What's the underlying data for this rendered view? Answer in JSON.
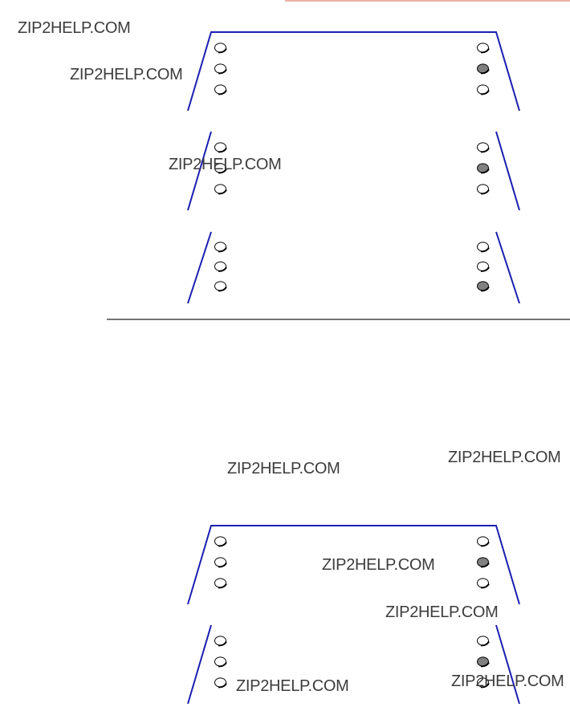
{
  "watermark": "ZIP2HELP.COM",
  "colors": {
    "rail": "#1a1fb0",
    "divider": "#222222",
    "accent_rule": "#d9826f",
    "dot_fill_on": "#808080",
    "dot_fill_off": "#ffffff",
    "dot_stroke": "#000000"
  },
  "diagrams": [
    {
      "name": "diagram-top",
      "rows": [
        {
          "left": [
            "off",
            "off",
            "off"
          ],
          "right": [
            "off",
            "on",
            "off"
          ]
        },
        {
          "left": [
            "off",
            "off",
            "off"
          ],
          "right": [
            "off",
            "on",
            "off"
          ]
        },
        {
          "left": [
            "off",
            "off",
            "off"
          ],
          "right": [
            "off",
            "off",
            "on"
          ]
        }
      ]
    },
    {
      "name": "diagram-bottom",
      "rows": [
        {
          "left": [
            "off",
            "off",
            "off"
          ],
          "right": [
            "off",
            "on",
            "off"
          ]
        },
        {
          "left": [
            "off",
            "off",
            "off"
          ],
          "right": [
            "off",
            "on",
            "off"
          ]
        }
      ]
    }
  ]
}
